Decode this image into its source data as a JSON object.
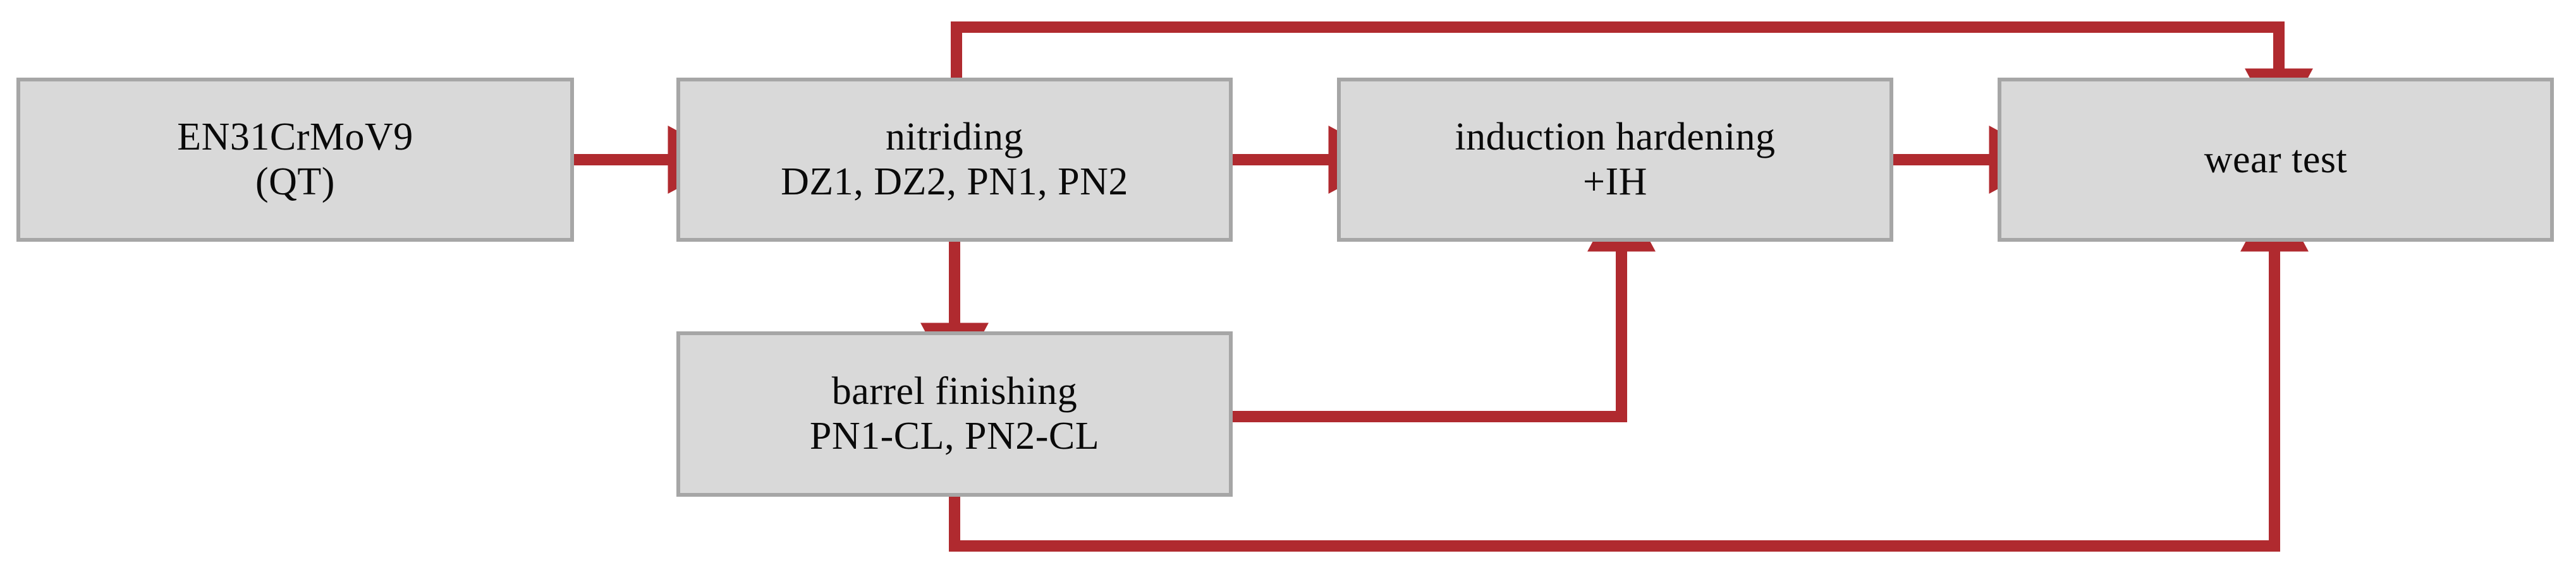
{
  "diagram": {
    "title": "processing route flowchart",
    "colors": {
      "node_fill": "#d9d9d9",
      "node_border": "#a6a6a6",
      "connector": "#b02a2f",
      "text": "#0a0a0a",
      "background": "#ffffff"
    },
    "nodes": [
      {
        "id": "base-material",
        "lines": [
          "EN31CrMoV9",
          "(QT)"
        ]
      },
      {
        "id": "nitriding",
        "lines": [
          "nitriding",
          "DZ1, DZ2, PN1, PN2"
        ]
      },
      {
        "id": "induction-hardening",
        "lines": [
          "induction hardening",
          "+IH"
        ]
      },
      {
        "id": "wear-test",
        "lines": [
          "wear test",
          ""
        ]
      },
      {
        "id": "barrel-finishing",
        "lines": [
          "barrel finishing",
          "PN1-CL, PN2-CL"
        ]
      }
    ],
    "connectors": [
      {
        "id": "base-to-nitriding",
        "from": "base-material",
        "to": "nitriding",
        "shape": "horizontal-right"
      },
      {
        "id": "nitriding-to-induction",
        "from": "nitriding",
        "to": "induction-hardening",
        "shape": "horizontal-right"
      },
      {
        "id": "induction-to-weartest",
        "from": "induction-hardening",
        "to": "wear-test",
        "shape": "horizontal-right"
      },
      {
        "id": "nitriding-to-barrel",
        "from": "nitriding",
        "to": "barrel-finishing",
        "shape": "vertical-down"
      },
      {
        "id": "barrel-to-induction",
        "from": "barrel-finishing",
        "to": "induction-hardening",
        "shape": "elbow-right-up"
      },
      {
        "id": "nitriding-to-weartest-top",
        "from": "nitriding",
        "to": "wear-test",
        "shape": "bypass-over-top"
      },
      {
        "id": "barrel-to-weartest-bottom",
        "from": "barrel-finishing",
        "to": "wear-test",
        "shape": "bypass-under-bottom"
      }
    ]
  }
}
